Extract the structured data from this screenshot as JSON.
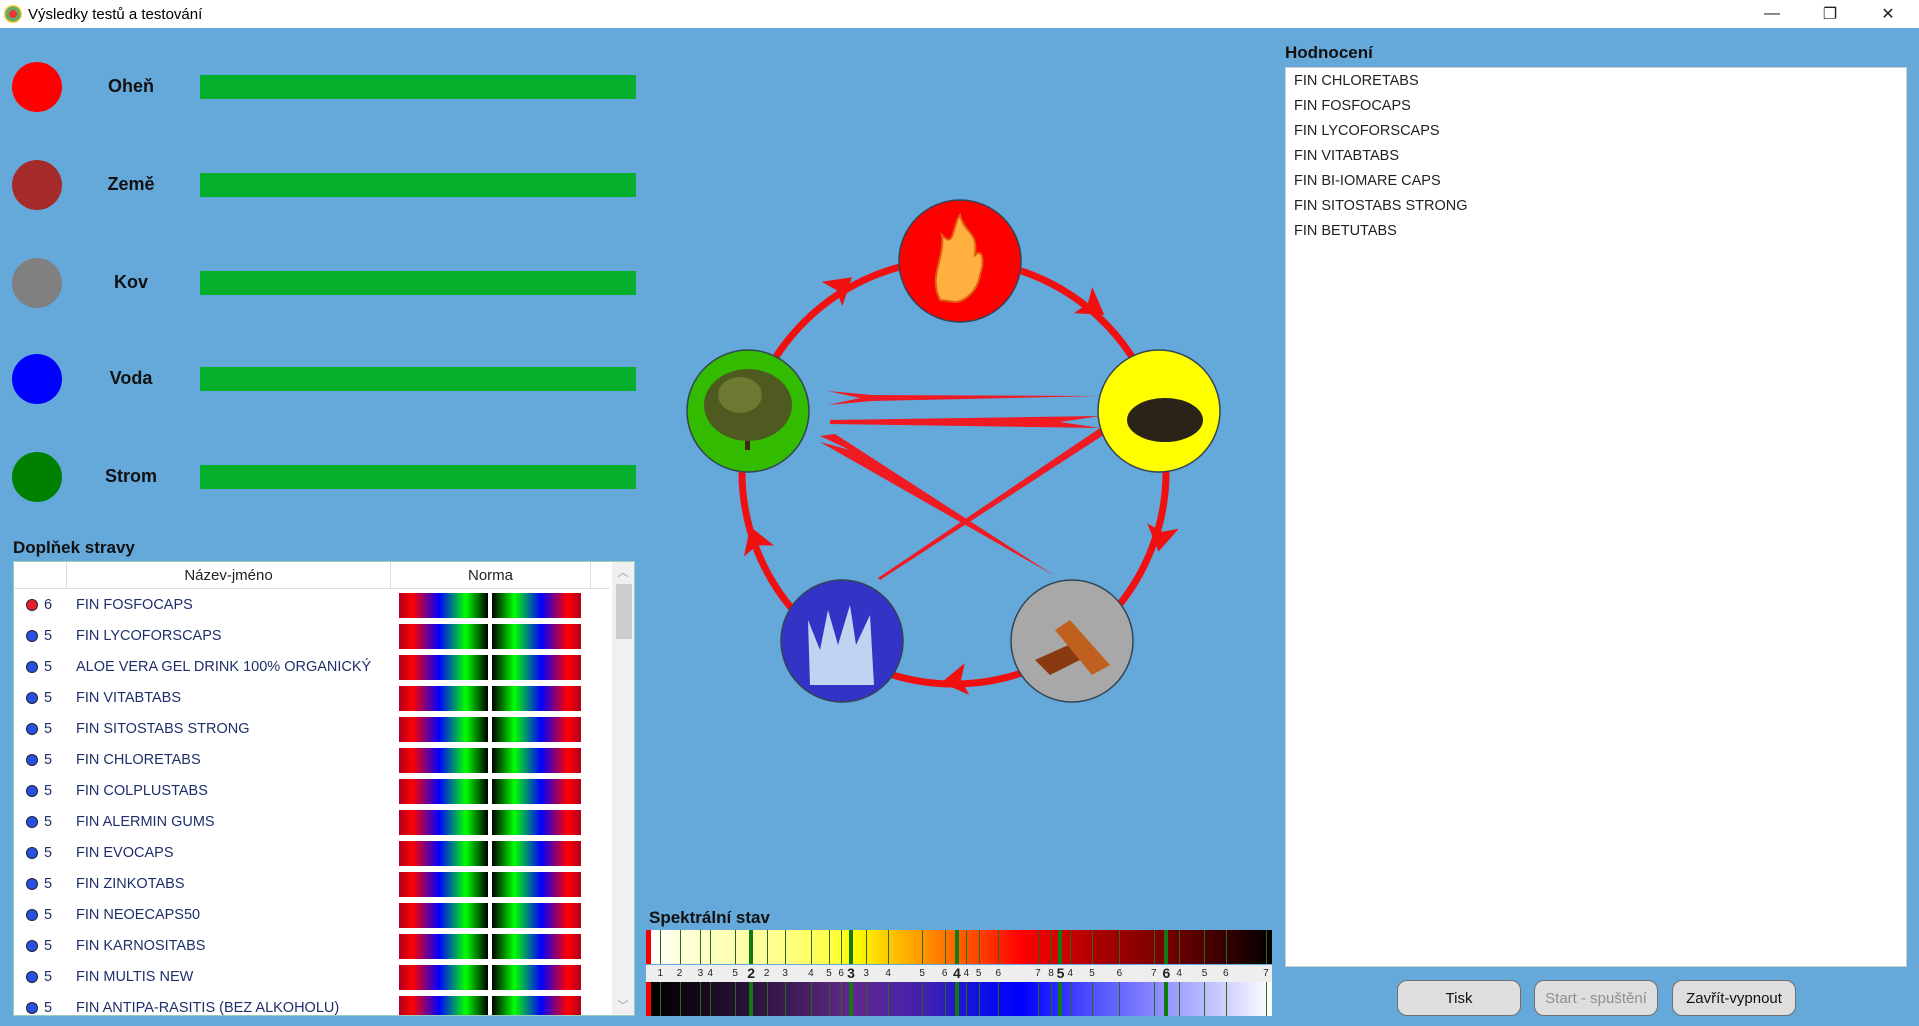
{
  "window": {
    "title": "Výsledky testů a testování",
    "minimize": "—",
    "restore": "❐",
    "close": "✕"
  },
  "elements": [
    {
      "label": "Oheň",
      "color": "#ff0000",
      "level": 1.0
    },
    {
      "label": "Země",
      "color": "#a52a2a",
      "level": 1.0
    },
    {
      "label": "Kov",
      "color": "#808080",
      "level": 1.0
    },
    {
      "label": "Voda",
      "color": "#0000ff",
      "level": 1.0
    },
    {
      "label": "Strom",
      "color": "#008000",
      "level": 1.0
    }
  ],
  "supplements": {
    "title": "Doplňek stravy",
    "columns": [
      "Název-jméno",
      "Norma"
    ],
    "rows": [
      {
        "score": "6",
        "name": "FIN FOSFOCAPS",
        "dot": "#e8202a"
      },
      {
        "score": "5",
        "name": "FIN LYCOFORSCAPS",
        "dot": "#2850e0"
      },
      {
        "score": "5",
        "name": "ALOE VERA GEL DRINK 100% ORGANICKÝ",
        "dot": "#2850e0"
      },
      {
        "score": "5",
        "name": "FIN VITABTABS",
        "dot": "#2850e0"
      },
      {
        "score": "5",
        "name": "FIN SITOSTABS STRONG",
        "dot": "#2850e0"
      },
      {
        "score": "5",
        "name": "FIN CHLORETABS",
        "dot": "#2850e0"
      },
      {
        "score": "5",
        "name": "FIN COLPLUSTABS",
        "dot": "#2850e0"
      },
      {
        "score": "5",
        "name": "FIN ALERMIN GUMS",
        "dot": "#2850e0"
      },
      {
        "score": "5",
        "name": "FIN EVOCAPS",
        "dot": "#2850e0"
      },
      {
        "score": "5",
        "name": "FIN ZINKOTABS",
        "dot": "#2850e0"
      },
      {
        "score": "5",
        "name": "FIN NEOECAPS50",
        "dot": "#2850e0"
      },
      {
        "score": "5",
        "name": "FIN KARNOSITABS",
        "dot": "#2850e0"
      },
      {
        "score": "5",
        "name": "FIN MULTIS NEW",
        "dot": "#2850e0"
      },
      {
        "score": "5",
        "name": "FIN ANTIPA-RASITIS (BEZ ALKOHOLU)",
        "dot": "#2850e0"
      }
    ]
  },
  "evaluation": {
    "title": "Hodnocení",
    "items": [
      "FIN CHLORETABS",
      "FIN FOSFOCAPS",
      "FIN LYCOFORSCAPS",
      "FIN VITABTABS",
      "FIN BI-IOMARE CAPS",
      "FIN SITOSTABS STRONG",
      "FIN BETUTABS"
    ]
  },
  "spectral": {
    "title": "Spektrální stav",
    "labels": [
      "1",
      "2",
      "3",
      "4",
      "5",
      "2",
      "2",
      "3",
      "4",
      "5",
      "6",
      "3",
      "3",
      "4",
      "5",
      "6",
      "4",
      "4",
      "5",
      "6",
      "7",
      "8",
      "5",
      "4",
      "5",
      "6",
      "7",
      "6",
      "4",
      "5",
      "6",
      "7"
    ]
  },
  "buttons": {
    "print": "Tisk",
    "start": "Start - spuštění",
    "close": "Zavřít-vypnout"
  }
}
